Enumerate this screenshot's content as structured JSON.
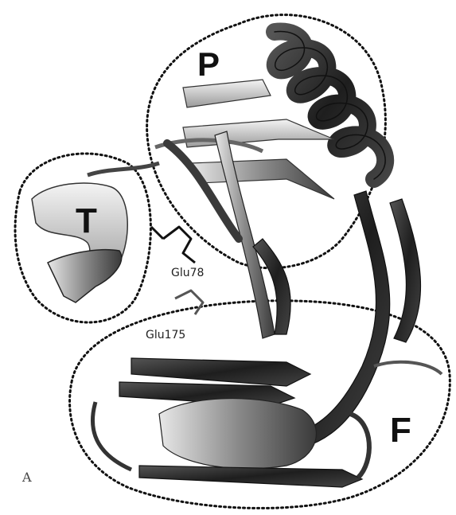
{
  "figure": {
    "panel_label": "A",
    "regions": [
      {
        "id": "P",
        "label": "P"
      },
      {
        "id": "T",
        "label": "T"
      },
      {
        "id": "F",
        "label": "F"
      }
    ],
    "residues": [
      {
        "label": "Glu78"
      },
      {
        "label": "Glu175"
      }
    ],
    "colors": {
      "ribbon_dark": "#2b2b2b",
      "ribbon_mid": "#777777",
      "ribbon_light": "#cfcfcf",
      "outline": "#111111"
    }
  }
}
